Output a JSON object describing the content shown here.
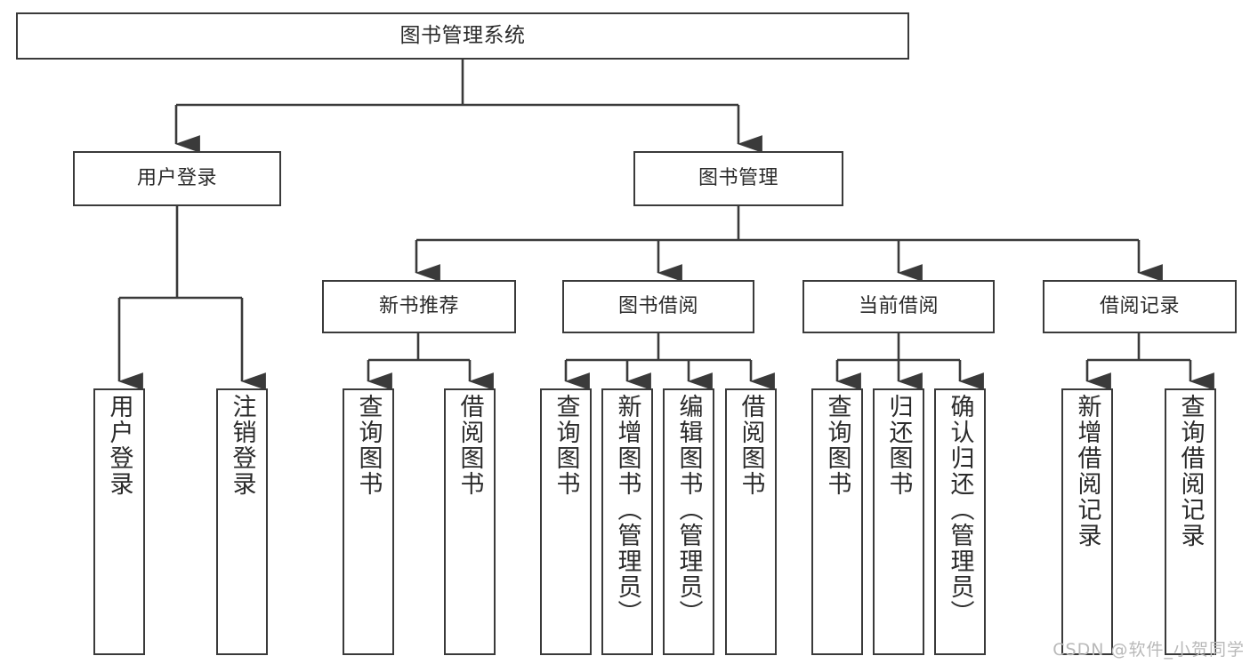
{
  "diagram": {
    "type": "tree-hierarchy-chart",
    "title": "图书管理系统",
    "root": {
      "label": "图书管理系统"
    },
    "level2": [
      {
        "label": "用户登录"
      },
      {
        "label": "图书管理"
      }
    ],
    "level3": [
      {
        "label": "新书推荐"
      },
      {
        "label": "图书借阅"
      },
      {
        "label": "当前借阅"
      },
      {
        "label": "借阅记录"
      }
    ],
    "leaves": [
      {
        "label": "用户登录"
      },
      {
        "label": "注销登录"
      },
      {
        "label": "查询图书"
      },
      {
        "label": "借阅图书"
      },
      {
        "label": "查询图书"
      },
      {
        "label": "新增图书（管理员）"
      },
      {
        "label": "编辑图书（管理员）"
      },
      {
        "label": "借阅图书"
      },
      {
        "label": "查询图书"
      },
      {
        "label": "归还图书"
      },
      {
        "label": "确认归还（管理员）"
      },
      {
        "label": "新增借阅记录"
      },
      {
        "label": "查询借阅记录"
      }
    ],
    "colors": {
      "stroke": "#3a3a3a",
      "fill": "#ffffff",
      "text": "#2b2b2b",
      "watermark": "#b9b9b9"
    }
  },
  "watermark": {
    "text": "CSDN @软件_小贺同学"
  }
}
